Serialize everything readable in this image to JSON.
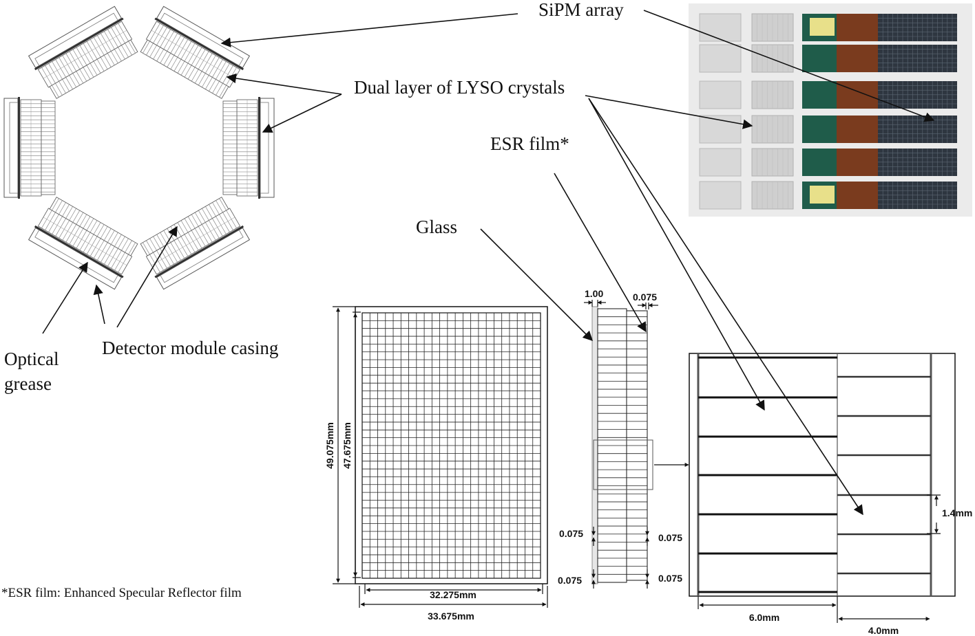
{
  "labels": {
    "sipm_array": "SiPM array",
    "dual_layer": "Dual layer of LYSO crystals",
    "esr_film": "ESR film*",
    "glass": "Glass",
    "optical_grease_line1": "Optical",
    "optical_grease_line2": "grease",
    "casing": "Detector module casing",
    "footnote": "*ESR film: Enhanced Specular Reflector film"
  },
  "dimensions": {
    "outer_height": "49.075mm",
    "inner_height": "47.675mm",
    "inner_width": "32.275mm",
    "outer_width": "33.675mm",
    "glass_thickness": "1.00",
    "esr_top": "0.075",
    "esr_left_upper": "0.075",
    "esr_right_upper": "0.075",
    "esr_left_lower": "0.075",
    "esr_right_lower": "0.075",
    "layer1_length": "6.0mm",
    "layer2_length": "4.0mm",
    "pitch": "1.4mm"
  },
  "colors": {
    "line": "#111111",
    "sipm_dark": "#333333",
    "glass_fill": "#e6e6e6",
    "photo_bg": "#ebebeb",
    "board_green": "#1f5c4a",
    "board_brown": "#7a3b1e",
    "tape_yellow": "#e8e08a"
  }
}
